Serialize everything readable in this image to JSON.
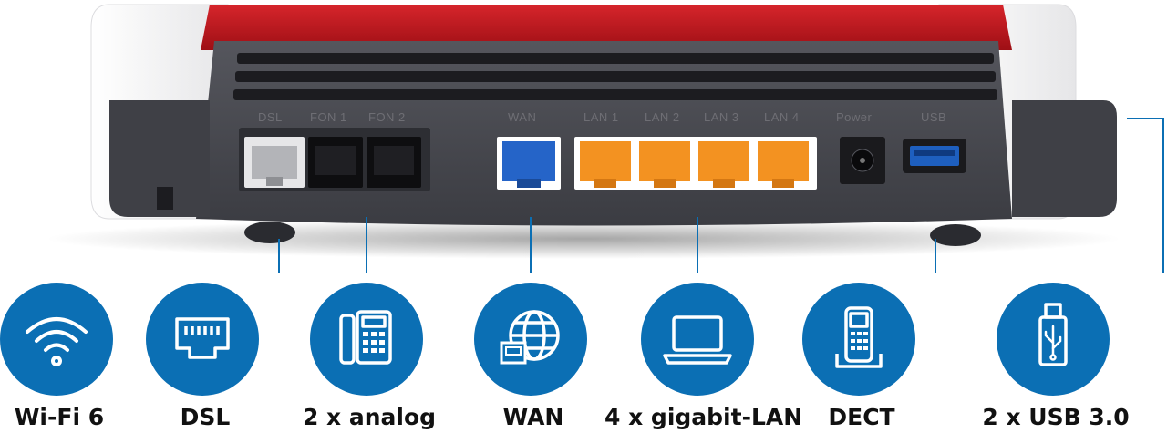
{
  "port_labels": {
    "dsl": "DSL",
    "fon1": "FON 1",
    "fon2": "FON 2",
    "wan": "WAN",
    "lan1": "LAN 1",
    "lan2": "LAN 2",
    "lan3": "LAN 3",
    "lan4": "LAN 4",
    "power": "Power",
    "usb": "USB"
  },
  "features": [
    {
      "label": "Wi-Fi 6",
      "icon": "wifi-icon"
    },
    {
      "label": "DSL",
      "icon": "ethernet-port-icon"
    },
    {
      "label": "2 x analog",
      "icon": "desk-phone-icon"
    },
    {
      "label": "WAN",
      "icon": "globe-icon"
    },
    {
      "label": "4 x gigabit-LAN",
      "icon": "laptop-icon"
    },
    {
      "label": "DECT",
      "icon": "cordless-phone-icon"
    },
    {
      "label": "2 x USB 3.0",
      "icon": "usb-stick-icon"
    }
  ],
  "colors": {
    "accent_blue": "#0b6fb4",
    "router_red": "#c1121f",
    "router_body": "#4a4b52",
    "lan_orange": "#f39221",
    "wan_blue": "#2564c8"
  }
}
